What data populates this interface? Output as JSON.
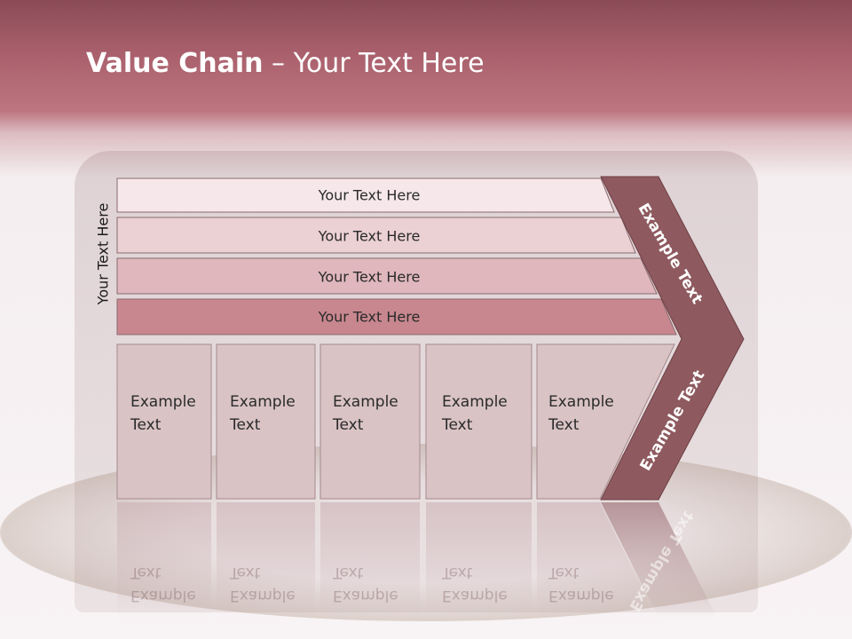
{
  "slide": {
    "title_bold": "Value Chain",
    "title_rest": " – Your Text Here",
    "side_label": "Your Text Here",
    "bars": [
      {
        "label": "Your Text Here"
      },
      {
        "label": "Your Text Here"
      },
      {
        "label": "Your Text Here"
      },
      {
        "label": "Your Text Here"
      }
    ],
    "boxes": [
      {
        "line1": "Example",
        "line2": "Text"
      },
      {
        "line1": "Example",
        "line2": "Text"
      },
      {
        "line1": "Example",
        "line2": "Text"
      },
      {
        "line1": "Example",
        "line2": "Text"
      },
      {
        "line1": "Example",
        "line2": "Text"
      }
    ],
    "chevron_top": "Example Text",
    "chevron_bottom": "Example Text",
    "colors": {
      "bar1": "#f6e8ea",
      "bar2": "#ebd0d4",
      "bar3": "#dfb7bd",
      "bar4": "#c8878f",
      "chevron": "#8e5a5f",
      "box": "#d9c3c5"
    }
  }
}
